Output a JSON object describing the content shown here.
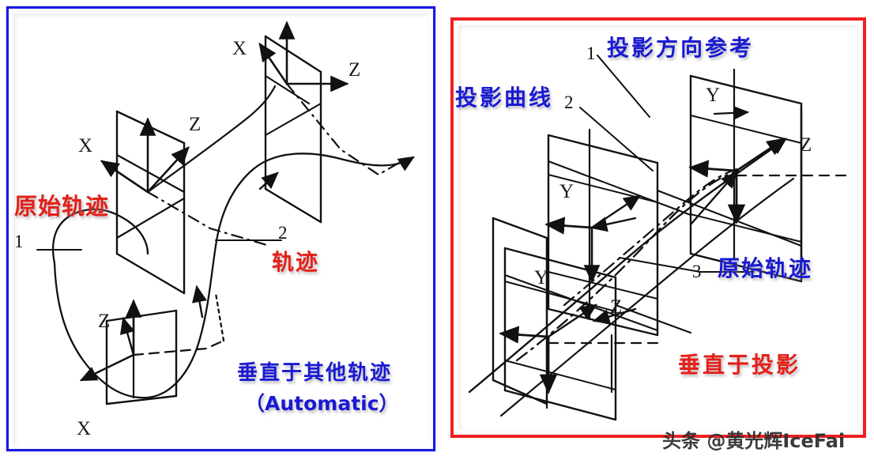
{
  "figure": {
    "title_hidden": "",
    "watermark": "头条 @黄光辉IceFai"
  },
  "panels": [
    {
      "id": "left",
      "border_color": "#1a1ae0",
      "labels": {
        "original_trajectory": "原始轨迹",
        "marker_1": "1",
        "marker_2": "2",
        "trajectory": "轨迹",
        "perpendicular_other": "垂直于其他轨迹",
        "automatic": "（Automatic）"
      },
      "axis_letters": [
        "X",
        "Z",
        "X",
        "Z",
        "Z",
        "X"
      ]
    },
    {
      "id": "right",
      "border_color": "#ef2020",
      "labels": {
        "marker_1": "1",
        "projection_direction_reference": "投影方向参考",
        "projection_curve": "投影曲线",
        "marker_2": "2",
        "marker_3": "3",
        "original_trajectory": "原始轨迹",
        "perpendicular_projection": "垂直于投影"
      },
      "axis_letters": [
        "Y",
        "Z",
        "Y",
        "Y",
        "Z"
      ]
    }
  ],
  "colors": {
    "red_text": "#e52018",
    "blue_text": "#1a1ad2",
    "left_border": "#1a1ae0",
    "right_border": "#ef2020",
    "line": "#111111"
  }
}
